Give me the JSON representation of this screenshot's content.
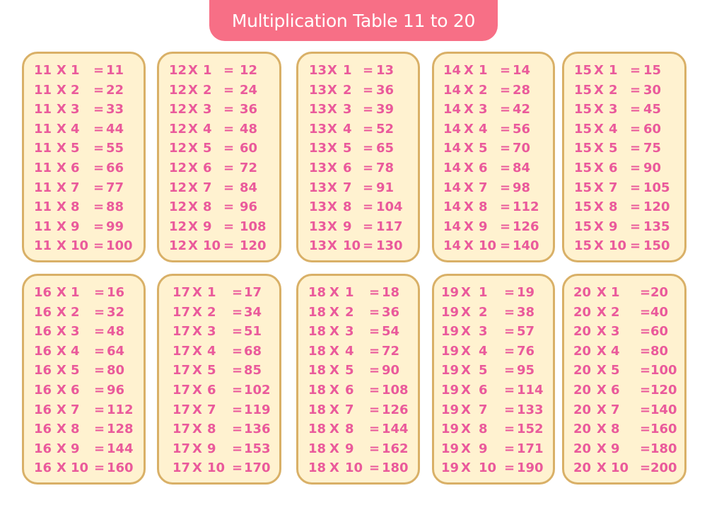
{
  "title": "Multiplication Table 11 to 20",
  "colors": {
    "banner": "#f76f86",
    "card_fill": "#fff2d0",
    "card_border": "#d9b067",
    "text": "#ea5a9b"
  },
  "operator": "X",
  "equals": "=",
  "tables": [
    {
      "base": "11",
      "rows": [
        {
          "m": "1",
          "p": "11"
        },
        {
          "m": "2",
          "p": "22"
        },
        {
          "m": "3",
          "p": "33"
        },
        {
          "m": "4",
          "p": "44"
        },
        {
          "m": "5",
          "p": "55"
        },
        {
          "m": "6",
          "p": "66"
        },
        {
          "m": "7",
          "p": "77"
        },
        {
          "m": "8",
          "p": "88"
        },
        {
          "m": "9",
          "p": "99"
        },
        {
          "m": "10",
          "p": "100"
        }
      ]
    },
    {
      "base": "12",
      "rows": [
        {
          "m": "1",
          "p": "12"
        },
        {
          "m": "2",
          "p": "24"
        },
        {
          "m": "3",
          "p": "36"
        },
        {
          "m": "4",
          "p": "48"
        },
        {
          "m": "5",
          "p": "60"
        },
        {
          "m": "6",
          "p": "72"
        },
        {
          "m": "7",
          "p": "84"
        },
        {
          "m": "8",
          "p": "96"
        },
        {
          "m": "9",
          "p": "108"
        },
        {
          "m": "10",
          "p": "120"
        }
      ]
    },
    {
      "base": "13",
      "rows": [
        {
          "m": "1",
          "p": "13"
        },
        {
          "m": "2",
          "p": "36"
        },
        {
          "m": "3",
          "p": "39"
        },
        {
          "m": "4",
          "p": "52"
        },
        {
          "m": "5",
          "p": "65"
        },
        {
          "m": "6",
          "p": "78"
        },
        {
          "m": "7",
          "p": "91"
        },
        {
          "m": "8",
          "p": "104"
        },
        {
          "m": "9",
          "p": "117"
        },
        {
          "m": "10",
          "p": "130"
        }
      ]
    },
    {
      "base": "14",
      "rows": [
        {
          "m": "1",
          "p": "14"
        },
        {
          "m": "2",
          "p": "28"
        },
        {
          "m": "3",
          "p": "42"
        },
        {
          "m": "4",
          "p": "56"
        },
        {
          "m": "5",
          "p": "70"
        },
        {
          "m": "6",
          "p": "84"
        },
        {
          "m": "7",
          "p": "98"
        },
        {
          "m": "8",
          "p": "112"
        },
        {
          "m": "9",
          "p": "126"
        },
        {
          "m": "10",
          "p": "140"
        }
      ]
    },
    {
      "base": "15",
      "rows": [
        {
          "m": "1",
          "p": "15"
        },
        {
          "m": "2",
          "p": "30"
        },
        {
          "m": "3",
          "p": "45"
        },
        {
          "m": "4",
          "p": "60"
        },
        {
          "m": "5",
          "p": "75"
        },
        {
          "m": "6",
          "p": "90"
        },
        {
          "m": "7",
          "p": "105"
        },
        {
          "m": "8",
          "p": "120"
        },
        {
          "m": "9",
          "p": "135"
        },
        {
          "m": "10",
          "p": "150"
        }
      ]
    },
    {
      "base": "16",
      "rows": [
        {
          "m": "1",
          "p": "16"
        },
        {
          "m": "2",
          "p": "32"
        },
        {
          "m": "3",
          "p": "48"
        },
        {
          "m": "4",
          "p": "64"
        },
        {
          "m": "5",
          "p": "80"
        },
        {
          "m": "6",
          "p": "96"
        },
        {
          "m": "7",
          "p": "112"
        },
        {
          "m": "8",
          "p": "128"
        },
        {
          "m": "9",
          "p": "144"
        },
        {
          "m": "10",
          "p": "160"
        }
      ]
    },
    {
      "base": "17",
      "rows": [
        {
          "m": "1",
          "p": "17"
        },
        {
          "m": "2",
          "p": "34"
        },
        {
          "m": "3",
          "p": "51"
        },
        {
          "m": "4",
          "p": "68"
        },
        {
          "m": "5",
          "p": "85"
        },
        {
          "m": "6",
          "p": "102"
        },
        {
          "m": "7",
          "p": "119"
        },
        {
          "m": "8",
          "p": "136"
        },
        {
          "m": "9",
          "p": "153"
        },
        {
          "m": "10",
          "p": "170"
        }
      ]
    },
    {
      "base": "18",
      "rows": [
        {
          "m": "1",
          "p": "18"
        },
        {
          "m": "2",
          "p": "36"
        },
        {
          "m": "3",
          "p": "54"
        },
        {
          "m": "4",
          "p": "72"
        },
        {
          "m": "5",
          "p": "90"
        },
        {
          "m": "6",
          "p": "108"
        },
        {
          "m": "7",
          "p": "126"
        },
        {
          "m": "8",
          "p": "144"
        },
        {
          "m": "9",
          "p": "162"
        },
        {
          "m": "10",
          "p": "180"
        }
      ]
    },
    {
      "base": "19",
      "rows": [
        {
          "m": "1",
          "p": "19"
        },
        {
          "m": "2",
          "p": "38"
        },
        {
          "m": "3",
          "p": "57"
        },
        {
          "m": "4",
          "p": "76"
        },
        {
          "m": "5",
          "p": "95"
        },
        {
          "m": "6",
          "p": "114"
        },
        {
          "m": "7",
          "p": "133"
        },
        {
          "m": "8",
          "p": "152"
        },
        {
          "m": "9",
          "p": "171"
        },
        {
          "m": "10",
          "p": "190"
        }
      ]
    },
    {
      "base": "20",
      "rows": [
        {
          "m": "1",
          "p": "20"
        },
        {
          "m": "2",
          "p": "40"
        },
        {
          "m": "3",
          "p": "60"
        },
        {
          "m": "4",
          "p": "80"
        },
        {
          "m": "5",
          "p": "100"
        },
        {
          "m": "6",
          "p": "120"
        },
        {
          "m": "7",
          "p": "140"
        },
        {
          "m": "8",
          "p": "160"
        },
        {
          "m": "9",
          "p": "180"
        },
        {
          "m": "10",
          "p": "200"
        }
      ]
    }
  ]
}
